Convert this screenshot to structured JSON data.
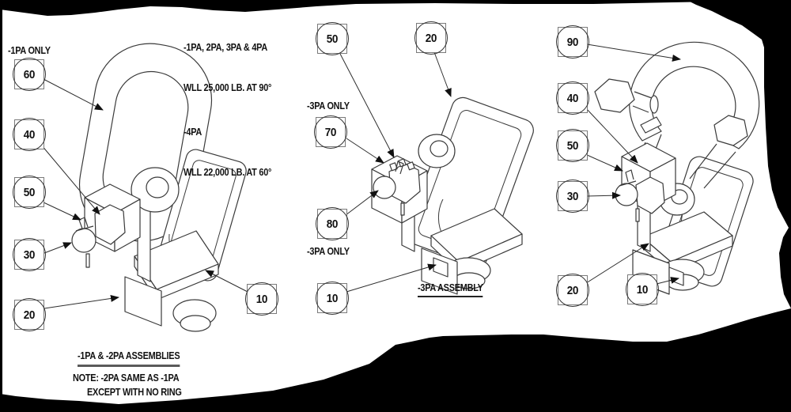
{
  "drawing": {
    "wll_note": {
      "line1": "-1PA, 2PA, 3PA & 4PA",
      "line2": "WLL 25,000 LB. AT 90°",
      "line3": "-4PA",
      "line4": "WLL 22,000 LB. AT 60°"
    },
    "left_assembly": {
      "ring_label": "-1PA ONLY",
      "title": "-1PA & -2PA ASSEMBLIES",
      "note_line1": "NOTE: -2PA SAME AS -1PA",
      "note_line2": "EXCEPT WITH NO RING",
      "balloons": [
        "60",
        "40",
        "50",
        "30",
        "20",
        "10"
      ]
    },
    "middle_assembly": {
      "top_label": "-3PA ONLY",
      "bottom_label": "-3PA ONLY",
      "title": "-3PA ASSEMBLY",
      "balloons": [
        "50",
        "20",
        "70",
        "80",
        "10"
      ]
    },
    "right_assembly": {
      "balloons": [
        "90",
        "40",
        "50",
        "30",
        "20",
        "10"
      ]
    },
    "colors": {
      "paper": "#ffffff",
      "mask": "#000000",
      "line": "#3a3a3a",
      "text": "#121212"
    }
  }
}
